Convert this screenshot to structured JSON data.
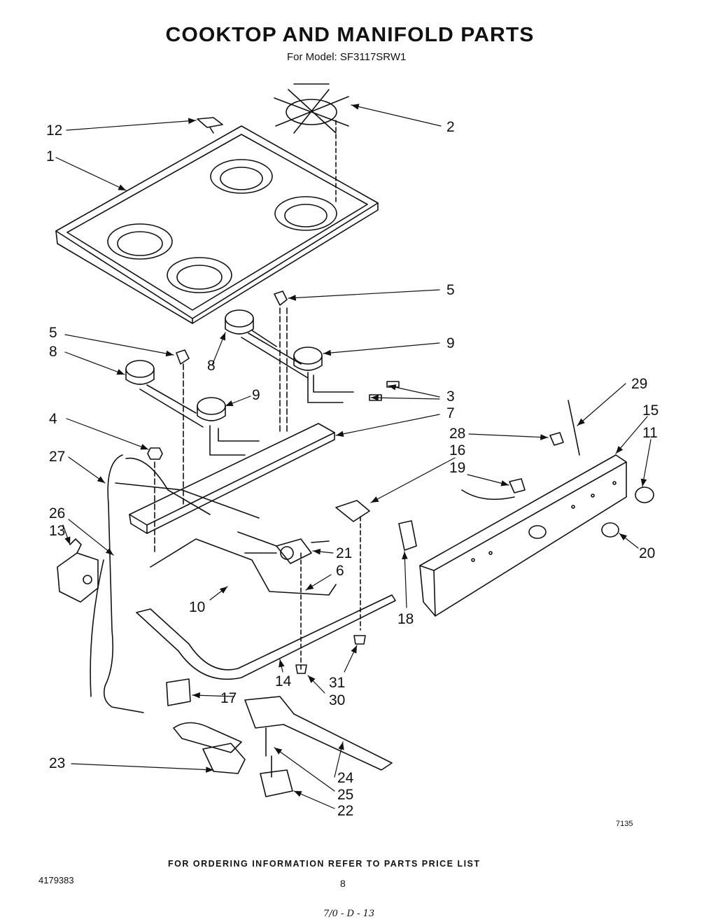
{
  "title": "COOKTOP AND MANIFOLD PARTS",
  "subtitle": "For Model: SF3117SRW1",
  "callouts": {
    "c1": "1",
    "c2": "2",
    "c3": "3",
    "c4": "4",
    "c5a": "5",
    "c5b": "5",
    "c6": "6",
    "c7": "7",
    "c8a": "8",
    "c8b": "8",
    "c9a": "9",
    "c9b": "9",
    "c10": "10",
    "c11": "11",
    "c12": "12",
    "c13": "13",
    "c14": "14",
    "c15": "15",
    "c16": "16",
    "c17": "17",
    "c18": "18",
    "c19": "19",
    "c20": "20",
    "c21": "21",
    "c22": "22",
    "c23": "23",
    "c24": "24",
    "c25": "25",
    "c26": "26",
    "c27": "27",
    "c28": "28",
    "c29": "29",
    "c30": "30",
    "c31": "31"
  },
  "diagram_code": "7135",
  "footer": "FOR ORDERING INFORMATION REFER TO PARTS PRICE LIST",
  "doc_number": "4179383",
  "page_number": "8",
  "handwritten_note": "7/0 - D - 13"
}
